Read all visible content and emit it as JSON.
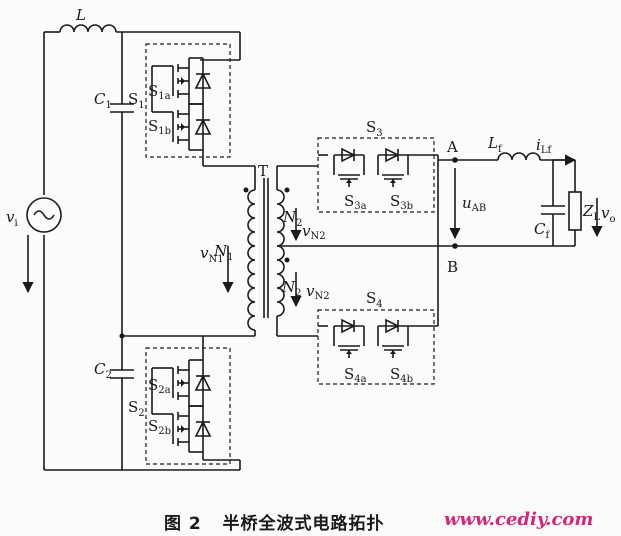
{
  "labels": {
    "inductor_L": "L",
    "C1": "C",
    "C1_sub": "1",
    "C2": "C",
    "C2_sub": "2",
    "S1": "S",
    "S1_sub": "1",
    "S2": "S",
    "S2_sub": "2",
    "S1a": "S",
    "S1a_sub": "1a",
    "S1b": "S",
    "S1b_sub": "1b",
    "S2a": "S",
    "S2a_sub": "2a",
    "S2b": "S",
    "S2b_sub": "2b",
    "vi": "v",
    "vi_sub": "i",
    "T": "T",
    "N1": "N",
    "N1_sub": "1",
    "vN1": "v",
    "vN1_sub": "N1",
    "N2_top": "N",
    "N2_top_sub": "2",
    "N2_bot": "N",
    "N2_bot_sub": "2",
    "vN2_top": "v",
    "vN2_top_sub": "N2",
    "vN2_bot": "v",
    "vN2_bot_sub": "N2",
    "S3": "S",
    "S3_sub": "3",
    "S3a": "S",
    "S3a_sub": "3a",
    "S3b": "S",
    "S3b_sub": "3b",
    "S4": "S",
    "S4_sub": "4",
    "S4a": "S",
    "S4a_sub": "4a",
    "S4b": "S",
    "S4b_sub": "4b",
    "A": "A",
    "B": "B",
    "uAB": "u",
    "uAB_sub": "AB",
    "Lf": "L",
    "Lf_sub": "f",
    "iLf": "i",
    "iLf_sub": "Lf",
    "Cf": "C",
    "Cf_sub": "f",
    "ZL": "Z",
    "ZL_sub": "L",
    "vo": "v",
    "vo_sub": "o"
  },
  "caption": {
    "figure": "图 2",
    "title": "半桥全波式电路拓扑",
    "watermark": "www.cediy.com"
  }
}
